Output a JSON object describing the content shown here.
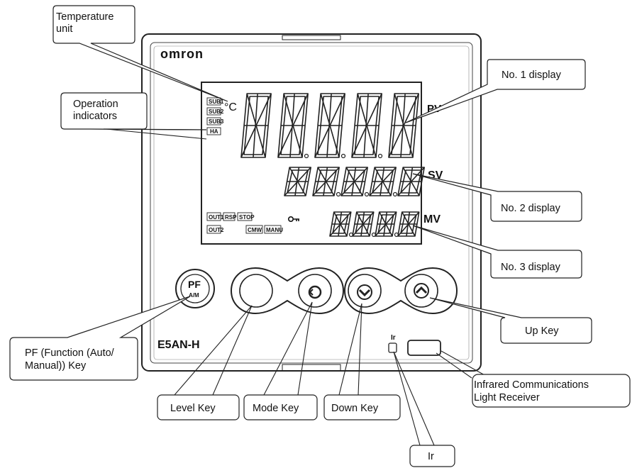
{
  "device": {
    "brand": "omron",
    "model": "E5AN-H",
    "unit_symbol": "°C",
    "pv_tag": "PV",
    "sv_tag": "SV",
    "mv_tag": "MV",
    "ir_tag": "Ir",
    "pf_key_top": "PF",
    "pf_key_bottom": "A/M",
    "indicators_left": [
      "SUB1",
      "SUB2",
      "SUB3",
      "HA"
    ],
    "indicators_bottom": [
      "OUT1",
      "RSP",
      "STOP",
      "OUT2",
      "CMW",
      "MANU"
    ]
  },
  "callouts": {
    "temperature_unit": [
      "Temperature",
      "unit"
    ],
    "operation_indicators": [
      "Operation",
      "indicators"
    ],
    "no1_display": "No. 1 display",
    "no2_display": "No. 2 display",
    "no3_display": "No. 3 display",
    "up_key": "Up Key",
    "pf_key": [
      "PF (Function (Auto/",
      "Manual)) Key"
    ],
    "level_key": "Level Key",
    "mode_key": "Mode Key",
    "down_key": "Down Key",
    "infrared": [
      "Infrared Communications",
      "Light Receiver"
    ],
    "ir": "Ir"
  }
}
